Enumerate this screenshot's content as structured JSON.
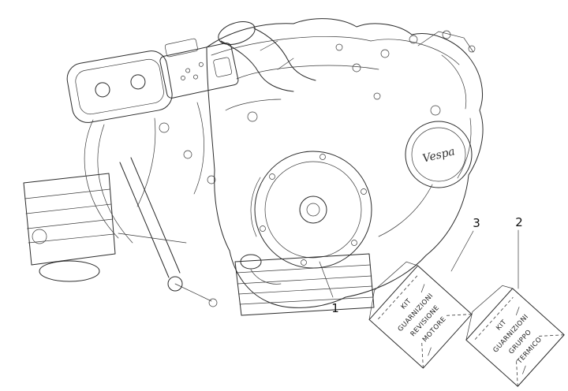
{
  "figure": {
    "description": "Exploded parts diagram of scooter engine assembly with gasket kits"
  },
  "engine": {
    "logo": "Vespa"
  },
  "callouts": [
    {
      "number": "1",
      "target": "engine-assembly"
    },
    {
      "number": "2",
      "target": "gasket-kit-thermal-group"
    },
    {
      "number": "3",
      "target": "gasket-kit-engine-overhaul"
    }
  ],
  "packages": [
    {
      "callout": "3",
      "lines": [
        "KIT",
        "GUARNIZIONI",
        "REVISIONE",
        "MOTORE"
      ]
    },
    {
      "callout": "2",
      "lines": [
        "KIT",
        "GUARNIZIONI",
        "GRUPPO",
        "TERMICO"
      ]
    }
  ],
  "colors": {
    "line": "#2b2b2b",
    "background": "#ffffff"
  }
}
